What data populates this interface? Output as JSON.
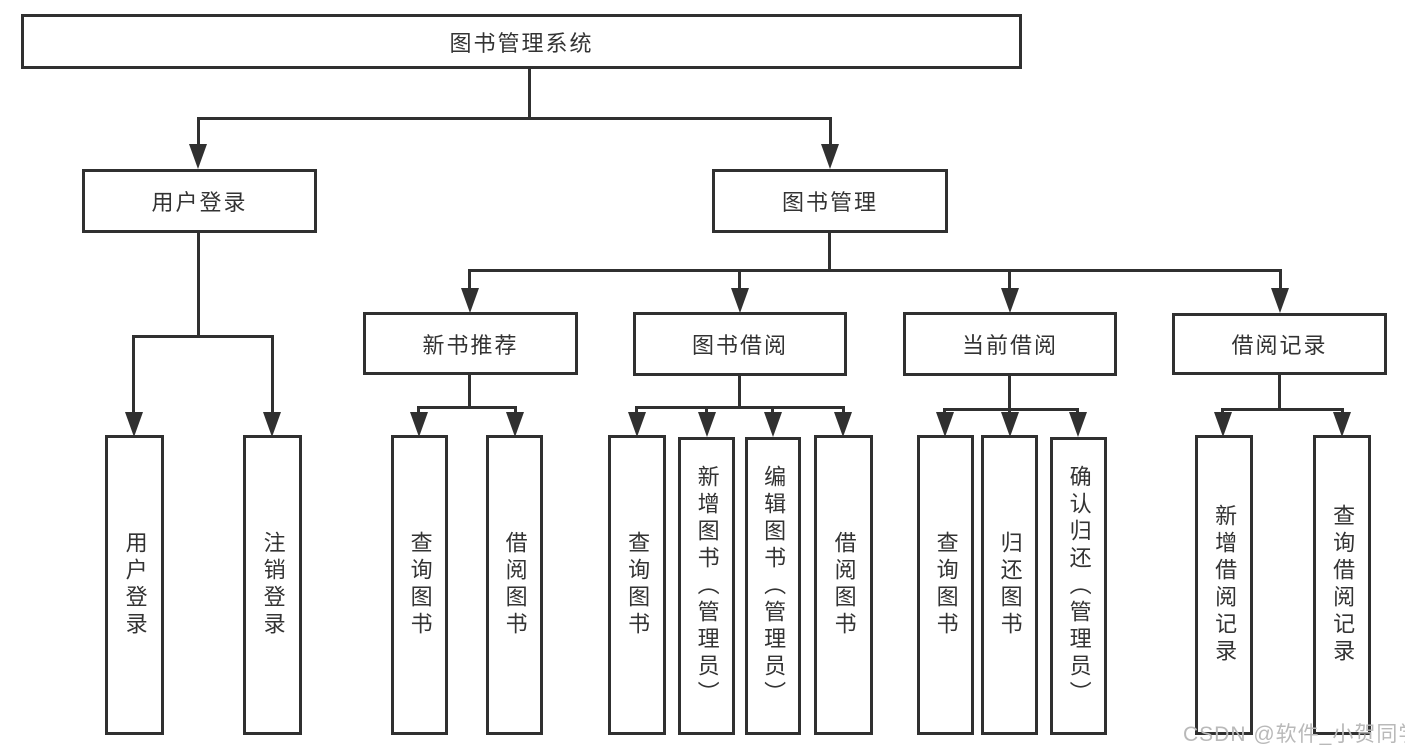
{
  "diagram_title": "图书管理系统",
  "tree": {
    "label": "图书管理系统",
    "children": [
      {
        "label": "用户登录",
        "children": [
          {
            "label": "用户登录"
          },
          {
            "label": "注销登录"
          }
        ]
      },
      {
        "label": "图书管理",
        "children": [
          {
            "label": "新书推荐",
            "children": [
              {
                "label": "查询图书"
              },
              {
                "label": "借阅图书"
              }
            ]
          },
          {
            "label": "图书借阅",
            "children": [
              {
                "label": "查询图书"
              },
              {
                "label": "新增图书（管理员）"
              },
              {
                "label": "编辑图书（管理员）"
              },
              {
                "label": "借阅图书"
              }
            ]
          },
          {
            "label": "当前借阅",
            "children": [
              {
                "label": "查询图书"
              },
              {
                "label": "归还图书"
              },
              {
                "label": "确认归还（管理员）"
              }
            ]
          },
          {
            "label": "借阅记录",
            "children": [
              {
                "label": "新增借阅记录"
              },
              {
                "label": "查询借阅记录"
              }
            ]
          }
        ]
      }
    ]
  },
  "watermark": {
    "text": "CSDN @软件_小贺同学"
  },
  "colors": {
    "line": "#303030",
    "text": "#333333",
    "watermark": "#b9b9b9",
    "background": "#ffffff"
  }
}
